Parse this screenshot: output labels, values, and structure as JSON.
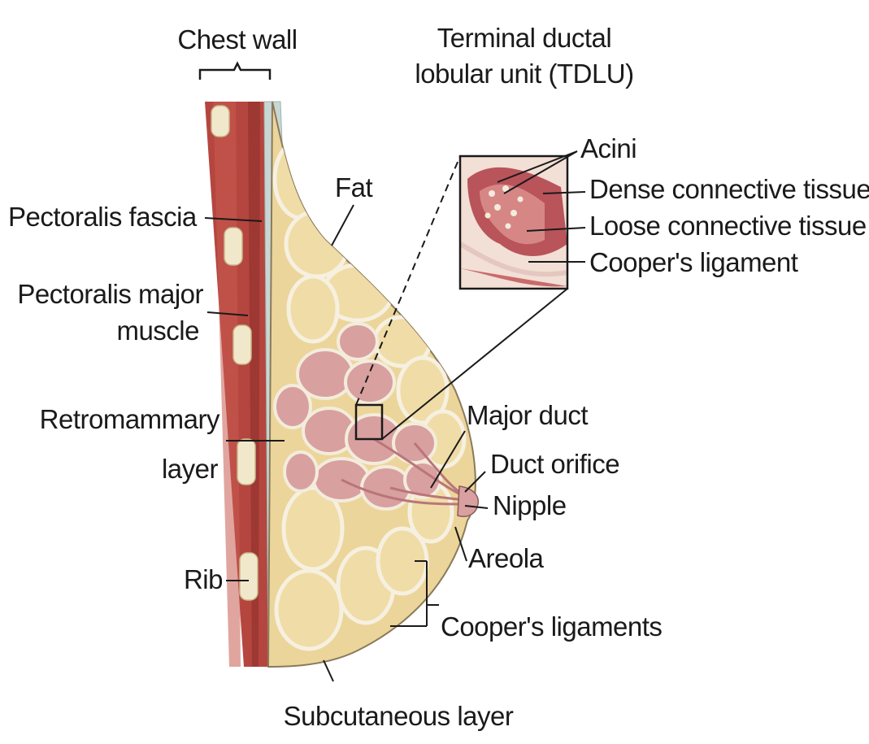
{
  "labels": {
    "chest_wall": "Chest wall",
    "tdlu_line1": "Terminal ductal",
    "tdlu_line2": "lobular unit (TDLU)",
    "acini": "Acini",
    "dense_connective_tissue": "Dense connective tissue",
    "loose_connective_tissue": "Loose connective tissue",
    "coopers_ligament": "Cooper's ligament",
    "fat": "Fat",
    "pectoralis_fascia": "Pectoralis fascia",
    "pectoralis_major_line1": "Pectoralis major",
    "pectoralis_major_line2": "muscle",
    "retromammary_line1": "Retromammary",
    "retromammary_line2": "layer",
    "major_duct": "Major duct",
    "duct_orifice": "Duct orifice",
    "nipple": "Nipple",
    "areola": "Areola",
    "rib": "Rib",
    "coopers_ligaments": "Cooper's ligaments",
    "subcutaneous_layer": "Subcutaneous layer"
  },
  "colors": {
    "muscle": "#b5463f",
    "muscle_dark": "#8e2f2b",
    "fat": "#ecd59a",
    "fat_shadow": "#d8b870",
    "gland": "#d9a0a0",
    "gland_dark": "#b9767a",
    "septum": "#f3ecdc",
    "fascia": "#c9d7d4",
    "ink": "#1a1a1a"
  }
}
